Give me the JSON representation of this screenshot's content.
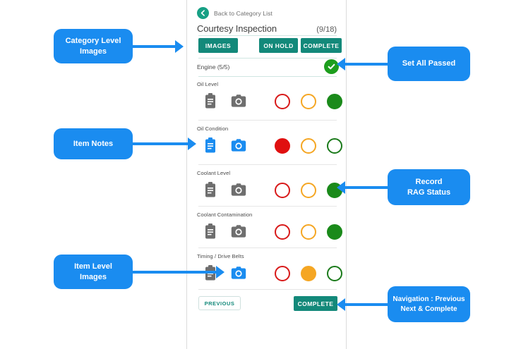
{
  "app": {
    "back_link": "Back to Category List",
    "title": "Courtesy Inspection",
    "progress_count": "(9/18)",
    "category": {
      "label": "Engine (5/5)",
      "check_icon": "check-circle-icon"
    },
    "top_actions": [
      {
        "label": "IMAGES",
        "name": "images-button"
      },
      {
        "label": "ON HOLD",
        "name": "on-hold-button"
      },
      {
        "label": "COMPLETE",
        "name": "complete-button"
      }
    ],
    "bottom_actions": {
      "previous": "PREVIOUS",
      "complete": "COMPLETE"
    },
    "items": [
      {
        "label": "Oil Level",
        "notes_icon": "clipboard-notes-icon",
        "camera_icon": "camera-icon",
        "notes_active": false,
        "camera_active": false,
        "red": "outline",
        "amber": "outline",
        "green": "filled"
      },
      {
        "label": "Oil Condition",
        "notes_icon": "clipboard-notes-icon",
        "camera_icon": "camera-icon",
        "notes_active": true,
        "camera_active": true,
        "red": "filled",
        "amber": "outline",
        "green": "outline"
      },
      {
        "label": "Coolant Level",
        "notes_icon": "clipboard-notes-icon",
        "camera_icon": "camera-icon",
        "notes_active": false,
        "camera_active": false,
        "red": "outline",
        "amber": "outline",
        "green": "filled"
      },
      {
        "label": "Coolant Contamination",
        "notes_icon": "clipboard-notes-icon",
        "camera_icon": "camera-icon",
        "notes_active": false,
        "camera_active": false,
        "red": "outline",
        "amber": "outline",
        "green": "filled"
      },
      {
        "label": "Timing / Drive Belts",
        "notes_icon": "clipboard-notes-icon",
        "camera_icon": "camera-icon",
        "notes_active": false,
        "camera_active": true,
        "red": "outline",
        "amber": "filled",
        "green": "outline"
      }
    ]
  },
  "annotations": [
    {
      "id": "category-level-images",
      "text": "Category Level\nImages",
      "line1": "Category Level",
      "line2": "Images"
    },
    {
      "id": "item-notes",
      "text": "Item Notes",
      "line1": "Item Notes",
      "line2": ""
    },
    {
      "id": "item-level-images",
      "text": "Item Level\nImages",
      "line1": "Item Level",
      "line2": "Images"
    },
    {
      "id": "set-all-passed",
      "text": "Set All Passed",
      "line1": "Set All Passed",
      "line2": ""
    },
    {
      "id": "record-rag-status",
      "text": "Record\nRAG Status",
      "line1": "Record",
      "line2": "RAG Status"
    },
    {
      "id": "navigation",
      "text": "Navigation : Previous\nNext & Complete",
      "line1": "Navigation : Previous",
      "line2": "Next & Complete"
    }
  ],
  "colors": {
    "callout_blue": "#1a8cf0",
    "teal": "#13897a",
    "red": "#e01010",
    "red_outline": "#d81919",
    "amber": "#f5a623",
    "green_filled": "#1a8a1a",
    "green_outline": "#1a7a1a",
    "icon_gray": "#6e6e6e",
    "icon_blue": "#1a8cf0"
  }
}
